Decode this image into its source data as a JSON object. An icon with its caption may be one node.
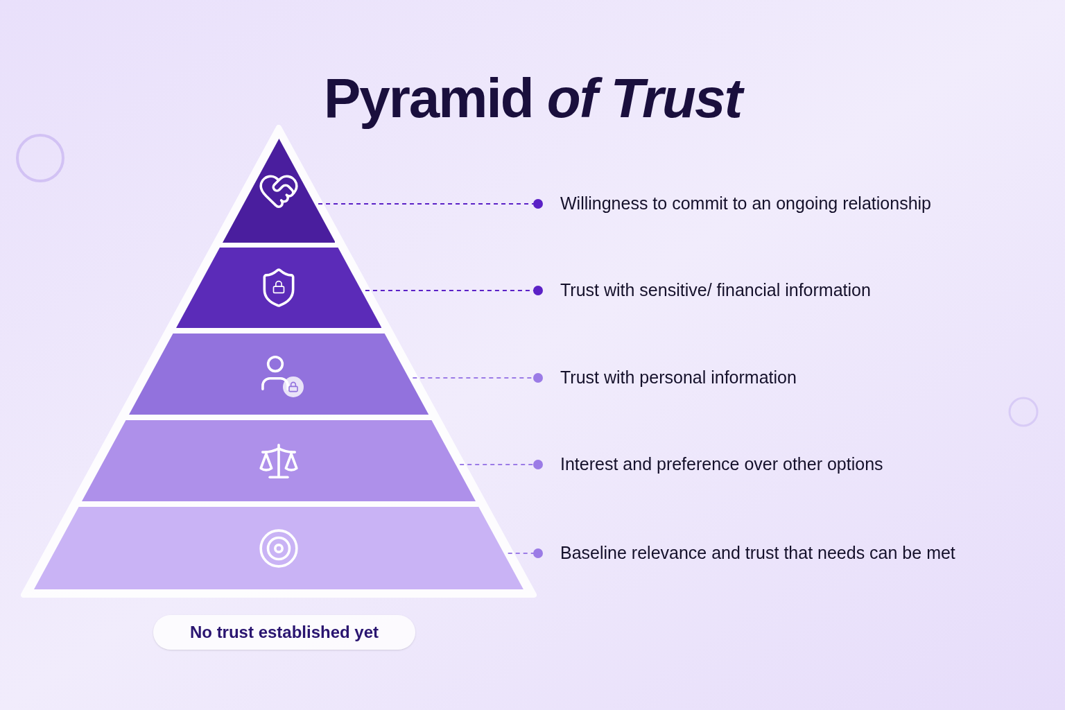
{
  "diagram": {
    "title": "Pyramid *of Trust*",
    "nodes": [
      {
        "text": [],
        "shape": "band"
      },
      {
        "text": [],
        "shape": "band"
      },
      {
        "text": [],
        "shape": "band"
      },
      {
        "text": [],
        "shape": "band"
      },
      {
        "text": [],
        "shape": "band"
      },
      {
        "text": [
          "Willingness to commit to an ongoing relationship"
        ]
      },
      {
        "text": [
          "Trust with sensitive/ financial information"
        ]
      },
      {
        "text": [
          "Trust with personal information"
        ]
      },
      {
        "text": [
          "Interest and preference over other options"
        ]
      },
      {
        "text": [
          "Baseline relevance and trust that needs can be met"
        ]
      },
      {
        "text": [
          "No trust established yet"
        ]
      }
    ],
    "edges": [
      {
        "from": 0,
        "to": 5,
        "arrow": "other",
        "style": "dashed"
      },
      {
        "from": 1,
        "to": 6,
        "arrow": "other",
        "style": "dashed"
      },
      {
        "from": 2,
        "to": 7,
        "arrow": "other",
        "style": "dashed",
        "color": "#9b7be6"
      },
      {
        "from": 3,
        "to": 8,
        "arrow": "other",
        "style": "dashed",
        "color": "#9b7be6"
      },
      {
        "from": 4,
        "to": 9,
        "arrow": "other",
        "style": "dashed",
        "color": "#9b7be6"
      }
    ]
  }
}
